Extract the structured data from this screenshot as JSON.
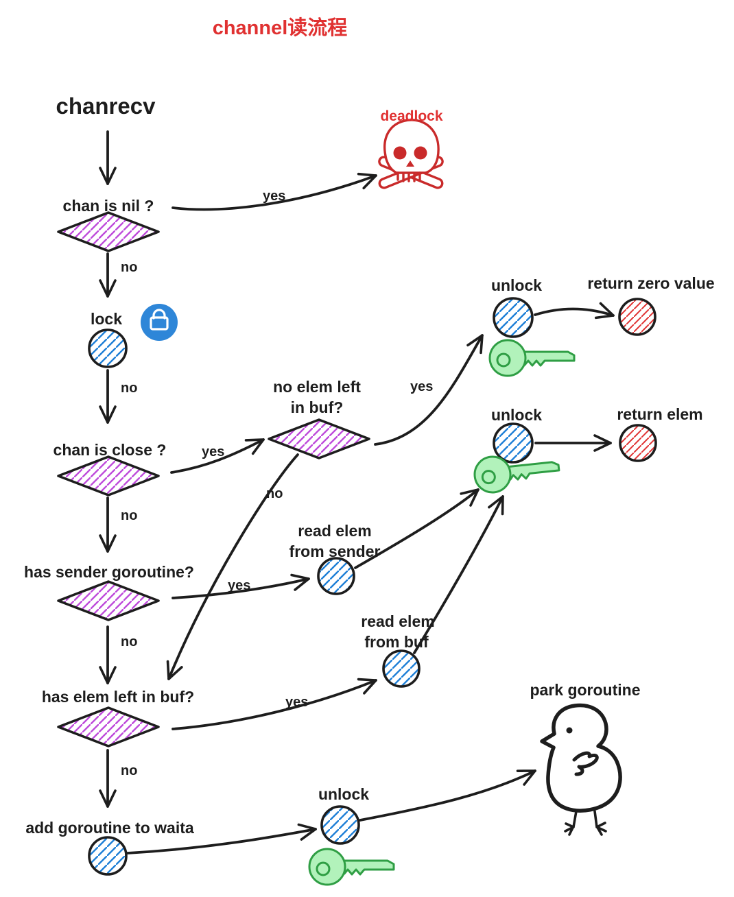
{
  "title": {
    "text": "channel读流程",
    "color": "#e03131"
  },
  "colors": {
    "ink": "#1d1d1d",
    "red": "#e03131",
    "skull_red": "#c92a2a",
    "violet_hatch": "#be4bdb",
    "blue_hatch": "#1c7ed6",
    "red_hatch": "#e03131",
    "key_fill": "#b2f2bb",
    "key_stroke": "#2f9e44",
    "lock_badge_fill": "#2e86d8"
  },
  "nodes": {
    "chanrecv": {
      "label": "chanrecv"
    },
    "chan_is_nil": {
      "label": "chan is nil ?"
    },
    "deadlock": {
      "label": "deadlock"
    },
    "lock": {
      "label": "lock"
    },
    "chan_is_close": {
      "label": "chan is close ?"
    },
    "no_elem_left_in_buf": {
      "line1": "no elem left",
      "line2": "in buf?"
    },
    "unlock_top": {
      "label": "unlock"
    },
    "return_zero_value": {
      "label": "return zero value"
    },
    "has_sender_goroutine": {
      "label": "has sender goroutine?"
    },
    "read_elem_from_sender": {
      "line1": "read elem",
      "line2": "from sender"
    },
    "unlock_mid": {
      "label": "unlock"
    },
    "return_elem": {
      "label": "return elem"
    },
    "has_elem_left_in_buf": {
      "label": "has elem left in buf?"
    },
    "read_elem_from_buf": {
      "line1": "read elem",
      "line2": "from buf"
    },
    "add_goroutine_to_waitq": {
      "label": "add goroutine to waita"
    },
    "unlock_bottom": {
      "label": "unlock"
    },
    "park_goroutine": {
      "label": "park goroutine"
    }
  },
  "edge_labels": {
    "nil_yes": "yes",
    "nil_no": "no",
    "lock_no": "no",
    "close_yes": "yes",
    "close_no": "no",
    "noelem_yes": "yes",
    "noelem_no": "no",
    "sender_yes": "yes",
    "sender_no": "no",
    "haselem_yes": "yes",
    "haselem_no": "no"
  },
  "icons": {
    "lock_badge": "padlock-icon",
    "deadlock": "skull-crossbones-icon",
    "unlock_key": "key-icon",
    "park": "chick-icon"
  }
}
